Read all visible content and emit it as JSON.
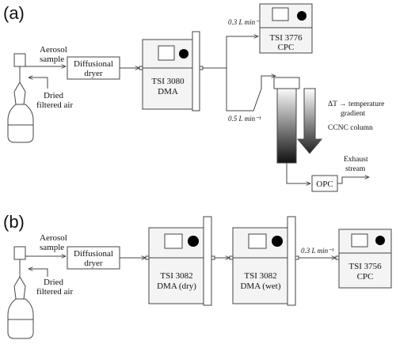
{
  "panels": {
    "a": {
      "label": "(a)",
      "aerosol_sample": [
        "Aerosol",
        "sample"
      ],
      "dried_air": [
        "Dried",
        "filtered air"
      ],
      "dryer": [
        "Diffusional",
        "dryer"
      ],
      "dma": [
        "TSI 3080",
        "DMA"
      ],
      "cpc": [
        "TSI 3776",
        "CPC"
      ],
      "flow_top": "0.3 L min⁻¹",
      "flow_bottom": "0.5 L min⁻¹",
      "gradient_label": [
        "ΔT → temperature",
        "gradient"
      ],
      "ccnc_label": "CCNC column",
      "opc": "OPC",
      "exhaust": [
        "Exhaust",
        "stream"
      ]
    },
    "b": {
      "label": "(b)",
      "aerosol_sample": [
        "Aerosol",
        "sample"
      ],
      "dried_air": [
        "Dried",
        "filtered air"
      ],
      "dryer": [
        "Diffusional",
        "dryer"
      ],
      "dma_dry": [
        "TSI 3082",
        "DMA (dry)"
      ],
      "dma_wet": [
        "TSI 3082",
        "DMA (wet)"
      ],
      "flow": "0.3 L min⁻¹",
      "cpc": [
        "TSI 3756",
        "CPC"
      ]
    }
  },
  "colors": {
    "line": "#444444",
    "instrument_panel": "#f4f4f4",
    "indicator_dot": "#000000",
    "column_gradient_top": "#ffffff",
    "column_gradient_bottom": "#111111"
  }
}
